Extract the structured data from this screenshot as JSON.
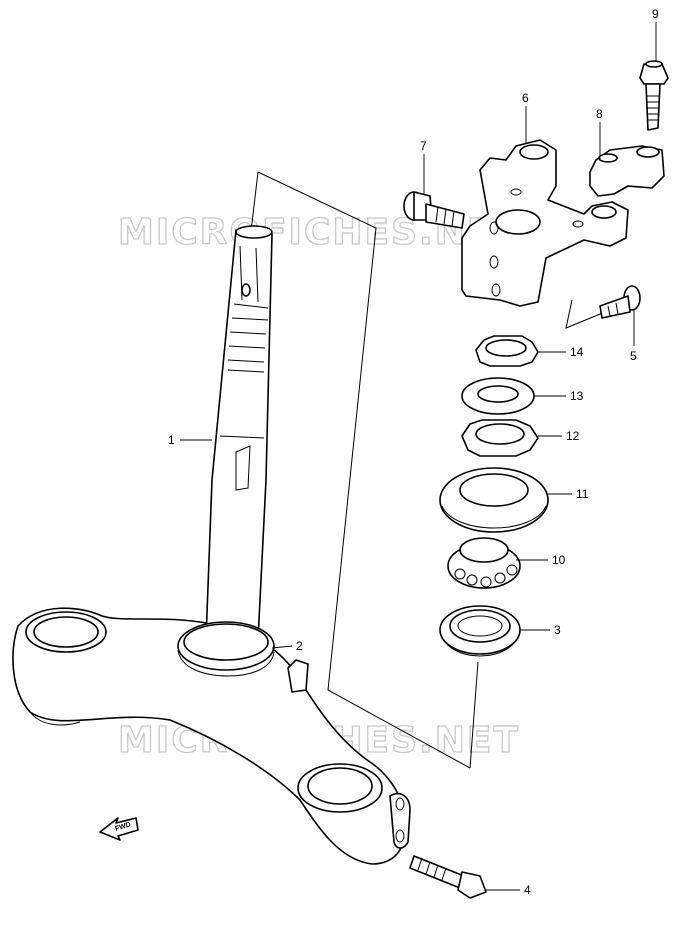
{
  "watermark": {
    "text": "MICROFICHES.NET"
  },
  "fwd_arrow": {
    "label": "FWD"
  },
  "callouts": [
    {
      "id": "stem-shaft",
      "label": "1"
    },
    {
      "id": "dust-seal",
      "label": "2"
    },
    {
      "id": "lower-bearing",
      "label": "3"
    },
    {
      "id": "lower-bolt",
      "label": "4"
    },
    {
      "id": "side-bolt",
      "label": "5"
    },
    {
      "id": "upper-bracket",
      "label": "6"
    },
    {
      "id": "upper-bolt",
      "label": "7"
    },
    {
      "id": "handlebar-holder",
      "label": "8"
    },
    {
      "id": "holder-bolt",
      "label": "9"
    },
    {
      "id": "upper-bearing",
      "label": "10"
    },
    {
      "id": "bearing-cover",
      "label": "11"
    },
    {
      "id": "lock-nut",
      "label": "12"
    },
    {
      "id": "washer",
      "label": "13"
    },
    {
      "id": "top-nut",
      "label": "14"
    }
  ]
}
